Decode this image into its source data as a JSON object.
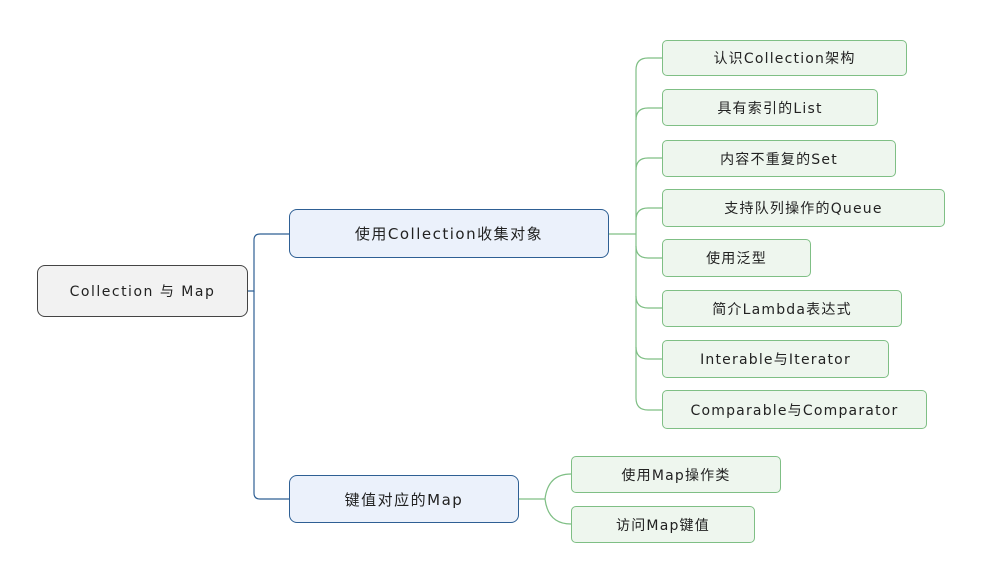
{
  "colors": {
    "root_border": "#444444",
    "main_link": "#2e5f94",
    "main_fill": "#ebf1fb",
    "leaf_link": "#7fbf85",
    "leaf_fill": "#eef6ee"
  },
  "mindmap": {
    "root": {
      "label": "Collection 与 Map"
    },
    "branches": [
      {
        "label": "使用Collection收集对象",
        "children": [
          {
            "label": "认识Collection架构"
          },
          {
            "label": "具有索引的List"
          },
          {
            "label": "内容不重复的Set"
          },
          {
            "label": "支持队列操作的Queue"
          },
          {
            "label": "使用泛型"
          },
          {
            "label": "简介Lambda表达式"
          },
          {
            "label": "Interable与Iterator"
          },
          {
            "label": "Comparable与Comparator"
          }
        ]
      },
      {
        "label": "键值对应的Map",
        "children": [
          {
            "label": "使用Map操作类"
          },
          {
            "label": "访问Map键值"
          }
        ]
      }
    ]
  }
}
